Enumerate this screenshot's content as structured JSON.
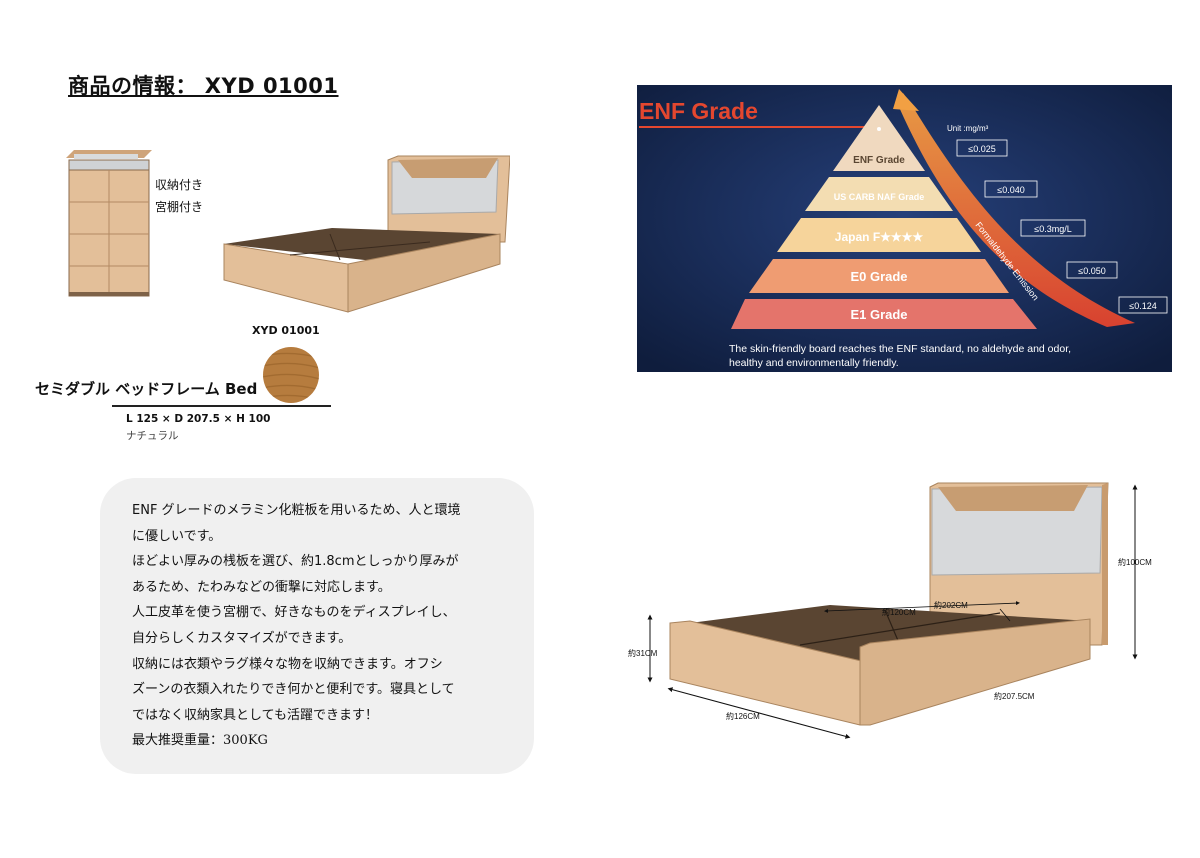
{
  "header": {
    "title": "商品の情報： XYD 01001"
  },
  "features": [
    "収納付き",
    "宮棚付き"
  ],
  "product": {
    "model": "XYD 01001",
    "name": "セミダブル ベッドフレーム Bed",
    "dimensions": "L 125 × D 207.5 × H 100",
    "color": "ナチュラル"
  },
  "enf_chart": {
    "title": "ENF Grade",
    "unit": "Unit :mg/m³",
    "arrow_label": "Formaldehyde Emission",
    "grades": [
      {
        "label": "ENF Grade",
        "limit": "≤0.025"
      },
      {
        "label": "US CARB NAF Grade",
        "limit": "≤0.040"
      },
      {
        "label": "Japan F★★★★",
        "limit": "≤0.3mg/L"
      },
      {
        "label": "E0 Grade",
        "limit": "≤0.050"
      },
      {
        "label": "E1 Grade",
        "limit": "≤0.124"
      }
    ],
    "caption_line1": "The skin-friendly board reaches the ENF standard, no aldehyde and odor,",
    "caption_line2": "healthy and environmentally friendly."
  },
  "description": {
    "lines": [
      "ENF グレードのメラミン化粧板を用いるため、人と環境",
      "に優しいです。",
      "ほどよい厚みの桟板を選び、約1.8cmとしっかり厚みが",
      "あるため、たわみなどの衝撃に対応します。",
      "人工皮革を使う宮棚で、好きなものをディスプレイし、",
      "自分らしくカスタマイズができます。",
      "収納には衣類やラグ様々な物を収納できます。オフシ",
      "ズーンの衣類入れたりでき何かと便利です。寝具として",
      "ではなく収納家具としても活躍できます！"
    ],
    "weight": "最大推奨重量：300KG"
  },
  "dimension_labels": {
    "height": "約100CM",
    "side": "約31CM",
    "width": "約126CM",
    "length": "約207.5CM",
    "slat_width": "約120CM",
    "slat_length": "約202CM"
  },
  "colors": {
    "wood": "#e3bf99",
    "wood_dark": "#c89b6e",
    "slat": "#5a4532",
    "headboard": "#d7d9db",
    "enf_bg": "#16284f",
    "enf_title": "#e4472f"
  }
}
